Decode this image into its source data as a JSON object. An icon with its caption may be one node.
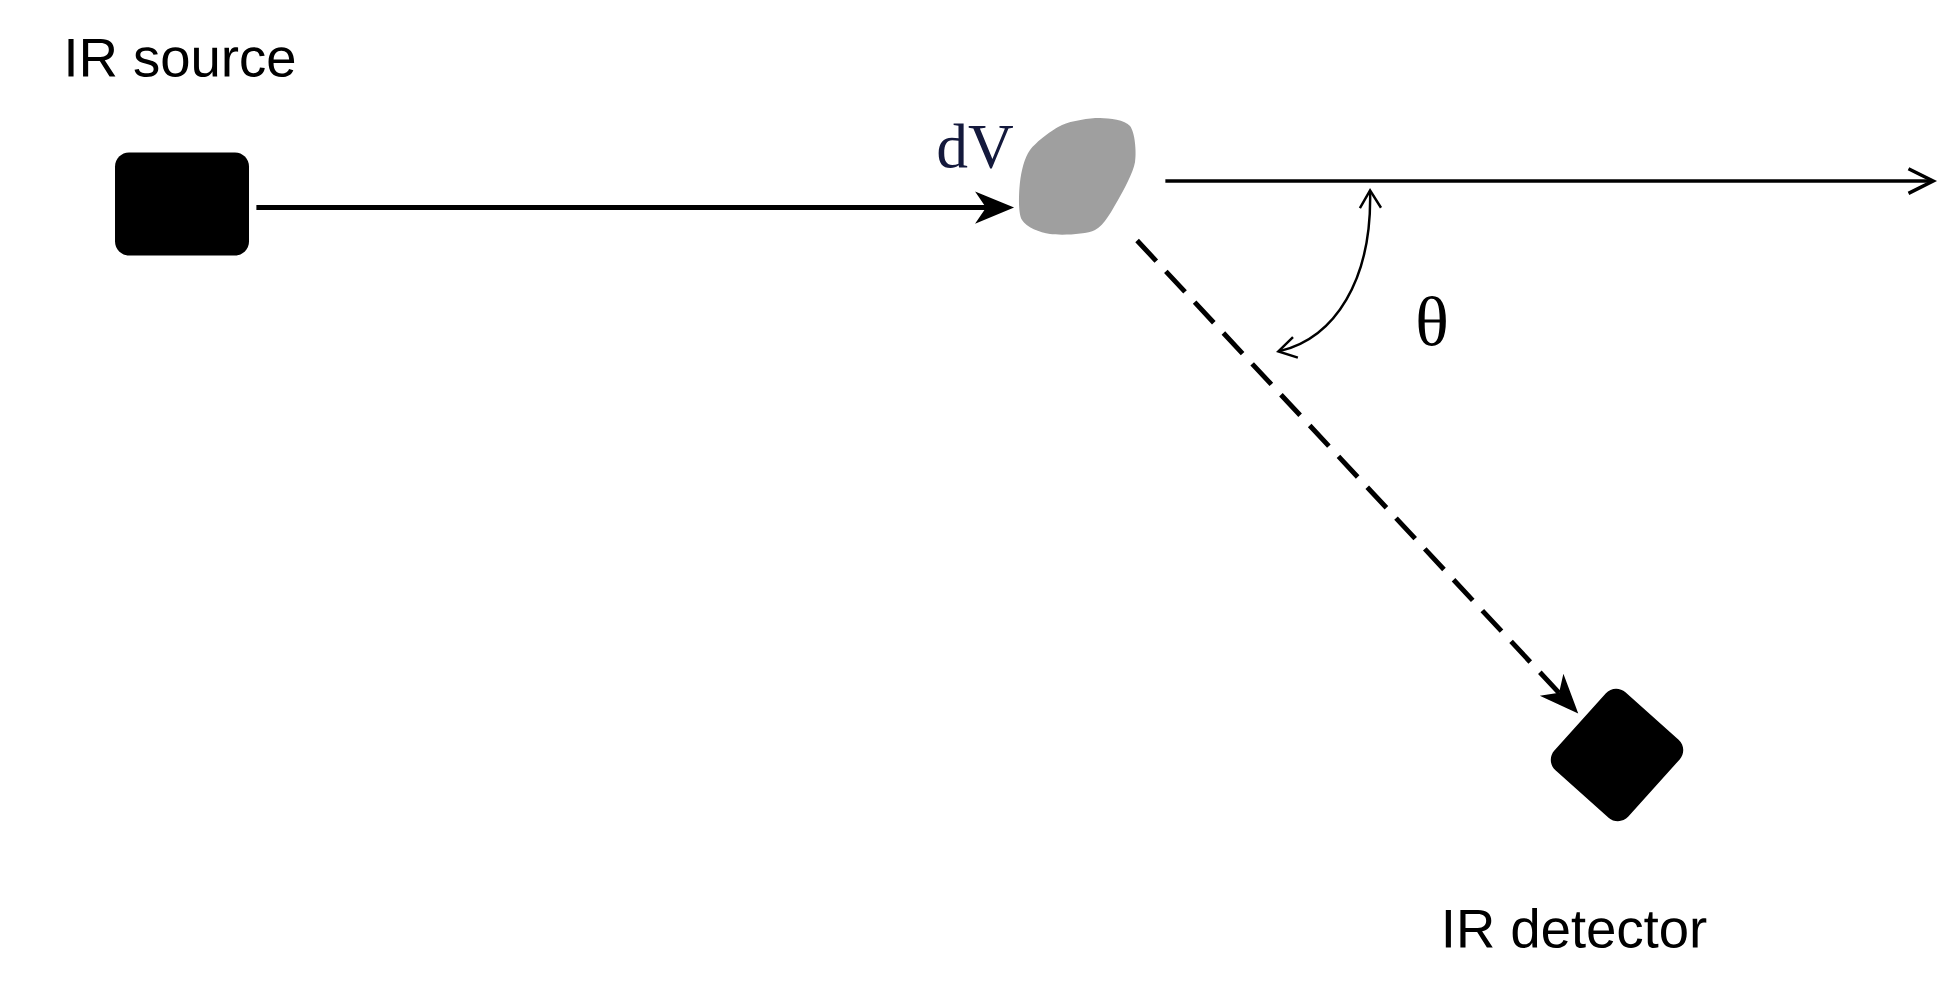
{
  "diagram": {
    "nodes": [
      {
        "text": [
          "IR source"
        ]
      },
      {
        "text": [],
        "shape": "cloud",
        "beside": [
          "dV"
        ]
      },
      {
        "text": [
          "IR detector"
        ]
      }
    ],
    "edges": [
      {
        "from": 0,
        "to": 1,
        "arrow": "to"
      },
      {
        "from": 1,
        "to": null,
        "arrow": "to"
      },
      {
        "from": 1,
        "to": 2,
        "arrow": "to",
        "style": "dashed"
      }
    ],
    "labels": [
      "θ"
    ]
  }
}
